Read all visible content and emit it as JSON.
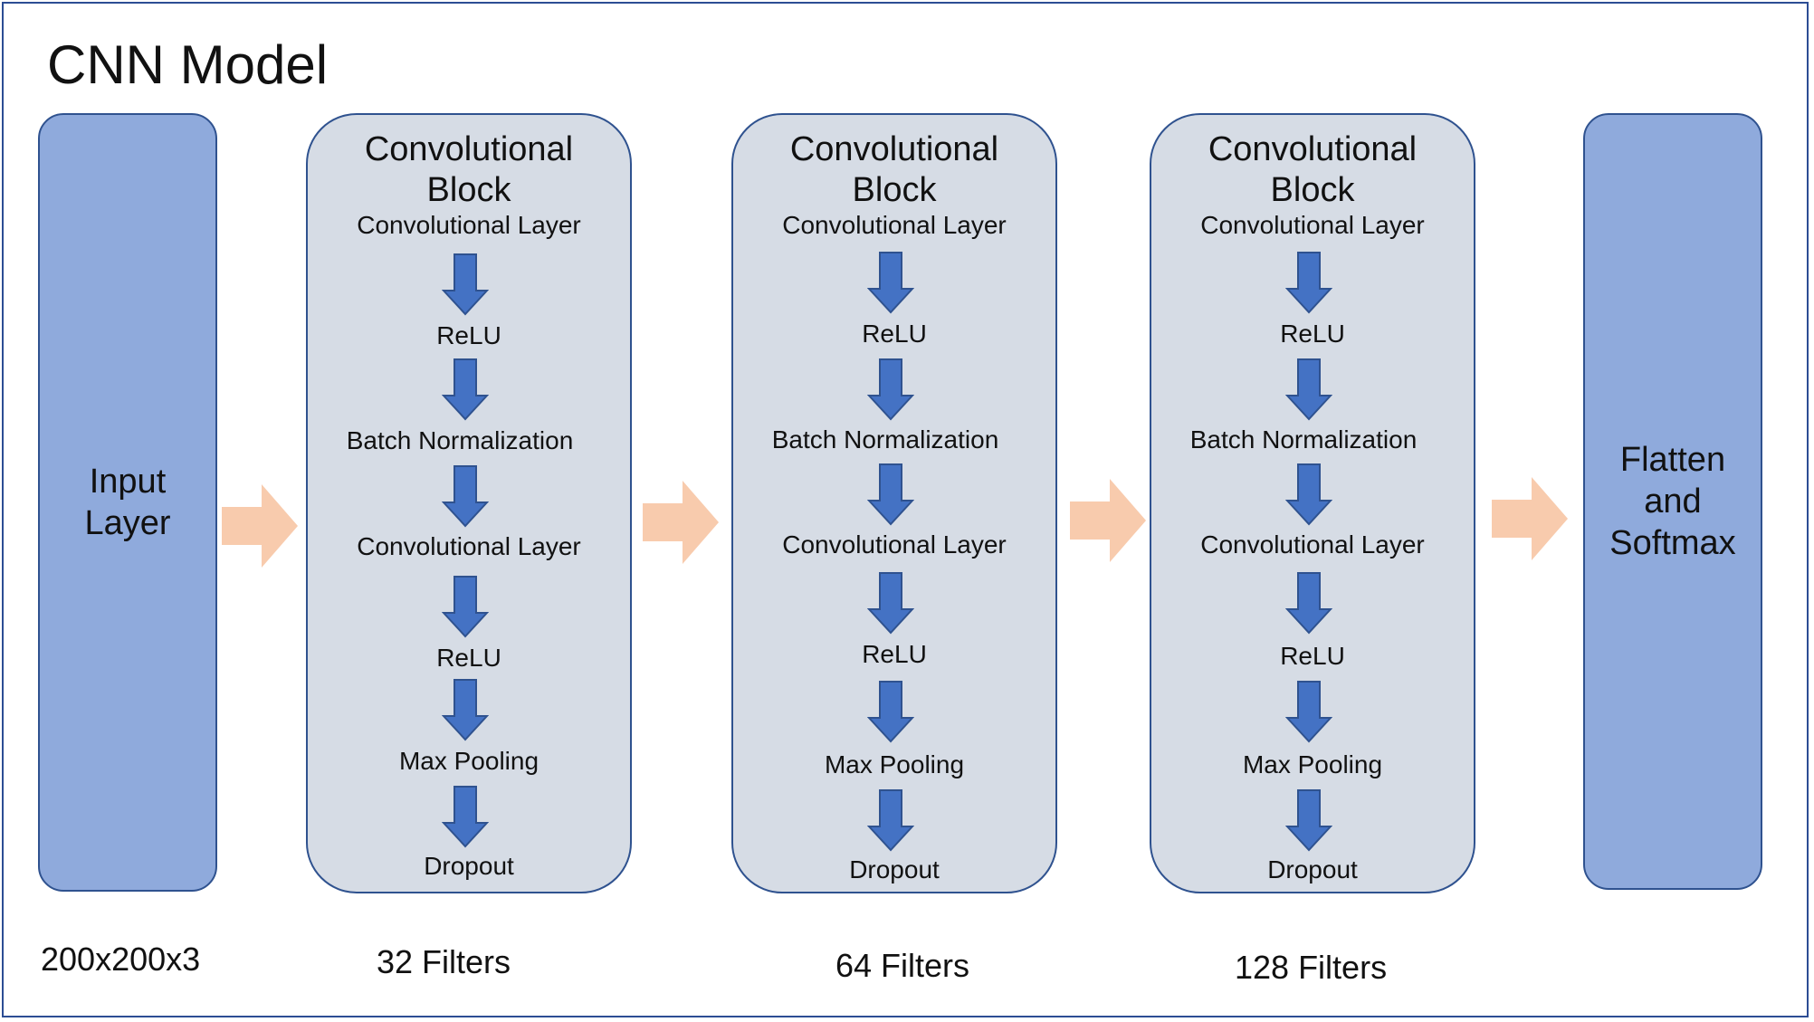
{
  "title": "CNN Model",
  "input_layer": {
    "label": "Input\nLayer",
    "caption": "200x200x3"
  },
  "output_layer": {
    "label": "Flatten\nand\nSoftmax"
  },
  "blocks": [
    {
      "title": "Convolutional\nBlock",
      "steps": [
        "Convolutional Layer",
        "ReLU",
        "Batch Normalization",
        "Convolutional Layer",
        "ReLU",
        "Max Pooling",
        "Dropout"
      ],
      "caption": "32 Filters"
    },
    {
      "title": "Convolutional\nBlock",
      "steps": [
        "Convolutional Layer",
        "ReLU",
        "Batch Normalization",
        "Convolutional Layer",
        "ReLU",
        "Max Pooling",
        "Dropout"
      ],
      "caption": "64 Filters"
    },
    {
      "title": "Convolutional\nBlock",
      "steps": [
        "Convolutional Layer",
        "ReLU",
        "Batch Normalization",
        "Convolutional Layer",
        "ReLU",
        "Max Pooling",
        "Dropout"
      ],
      "caption": "128 Filters"
    }
  ],
  "colors": {
    "layer_fill": "#8faadc",
    "block_fill": "#d6dce5",
    "border": "#2f528f",
    "down_arrow": "#4472c4",
    "flow_arrow": "#f8cbad"
  }
}
